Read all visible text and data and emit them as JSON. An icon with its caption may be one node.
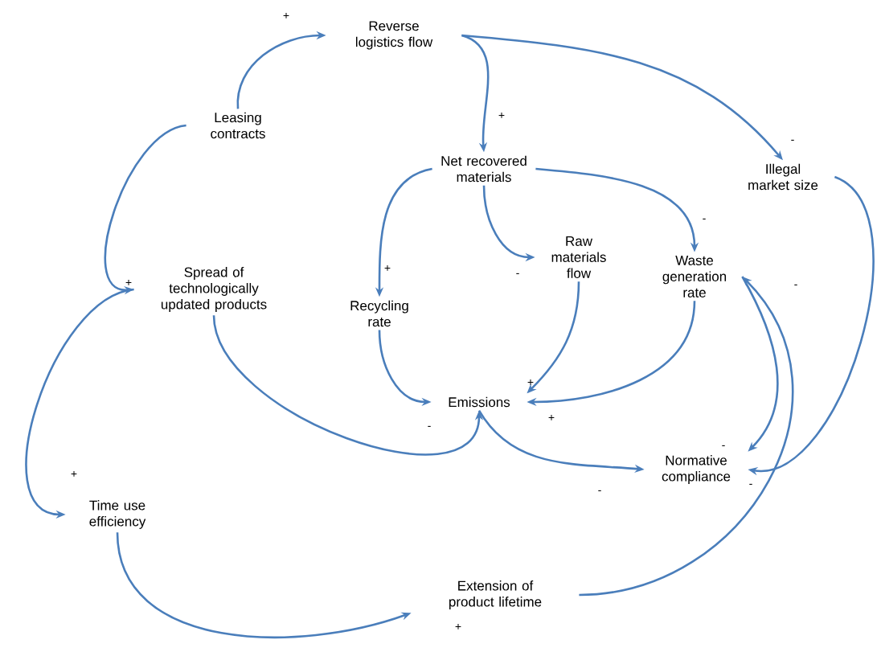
{
  "diagram": {
    "nodes": [
      {
        "text": [
          "Reverse logistics flow"
        ]
      },
      {
        "text": [
          "Leasing contracts"
        ]
      },
      {
        "text": [
          "Illegal market size"
        ]
      },
      {
        "text": [
          "Net recovered materials"
        ]
      },
      {
        "text": [
          "Spread of technologically updated products"
        ]
      },
      {
        "text": [
          "Recycling rate"
        ]
      },
      {
        "text": [
          "Raw materials flow"
        ]
      },
      {
        "text": [
          "Waste generation rate"
        ]
      },
      {
        "text": [
          "Emissions"
        ]
      },
      {
        "text": [
          "Normative compliance"
        ]
      },
      {
        "text": [
          "Time use efficiency"
        ]
      },
      {
        "text": [
          "Extension of product lifetime"
        ]
      }
    ],
    "edges": [
      {
        "from": 1,
        "to": 0,
        "arrow": "to",
        "label": "+"
      },
      {
        "from": 1,
        "to": 4,
        "arrow": "to",
        "label": "+"
      },
      {
        "from": 0,
        "to": 3,
        "arrow": "to",
        "label": "+"
      },
      {
        "from": 0,
        "to": 2,
        "arrow": "to",
        "label": "-"
      },
      {
        "from": 3,
        "to": 5,
        "arrow": "to",
        "label": "+"
      },
      {
        "from": 3,
        "to": 6,
        "arrow": "to",
        "label": "-"
      },
      {
        "from": 3,
        "to": 7,
        "arrow": "to",
        "label": "-"
      },
      {
        "from": 5,
        "to": 8,
        "arrow": "to"
      },
      {
        "from": 6,
        "to": 8,
        "arrow": "to",
        "label": "+"
      },
      {
        "from": 7,
        "to": 8,
        "arrow": "to",
        "label": "+"
      },
      {
        "from": 4,
        "to": 8,
        "arrow": "to",
        "label": "-"
      },
      {
        "from": 8,
        "to": 9,
        "arrow": "to",
        "label": "-"
      },
      {
        "from": 7,
        "to": 9,
        "arrow": "to",
        "label": "-"
      },
      {
        "from": 2,
        "to": 9,
        "arrow": "to",
        "label": "-"
      },
      {
        "from": 11,
        "to": 7,
        "arrow": "to",
        "label": "-"
      },
      {
        "from": 4,
        "to": 10,
        "arrow": "to",
        "label": "+"
      },
      {
        "from": 10,
        "to": 11,
        "arrow": "to",
        "label": "+"
      }
    ]
  }
}
